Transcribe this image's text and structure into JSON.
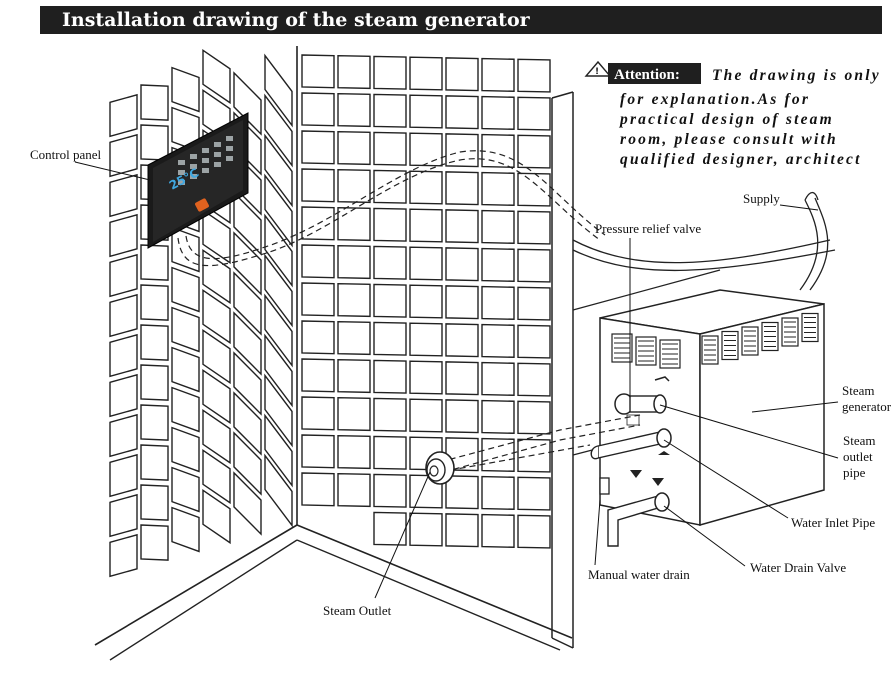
{
  "title": "Installation drawing of the steam generator",
  "attention": {
    "label": "Attention:",
    "lines": [
      "The drawing is only",
      "for explanation.As for",
      "practical design of steam",
      "room, please consult with",
      "qualified designer, architect"
    ]
  },
  "control_panel": {
    "temperature": "25°C"
  },
  "labels": {
    "control_panel": "Control panel",
    "supply": "Supply",
    "pressure_relief_valve": "Pressure relief valve",
    "steam_generator_1": "Steam",
    "steam_generator_2": "generator",
    "steam_outlet_pipe_1": "Steam",
    "steam_outlet_pipe_2": "outlet",
    "steam_outlet_pipe_3": "pipe",
    "water_inlet_pipe": "Water Inlet Pipe",
    "water_drain_valve": "Water Drain Valve",
    "manual_water_drain": "Manual water drain",
    "steam_outlet": "Steam Outlet"
  },
  "colors": {
    "title_bg": "#1f1f1f",
    "panel_bg": "#1a1a1a",
    "panel_display": "#3fa7e0",
    "panel_power": "#e0621f"
  }
}
